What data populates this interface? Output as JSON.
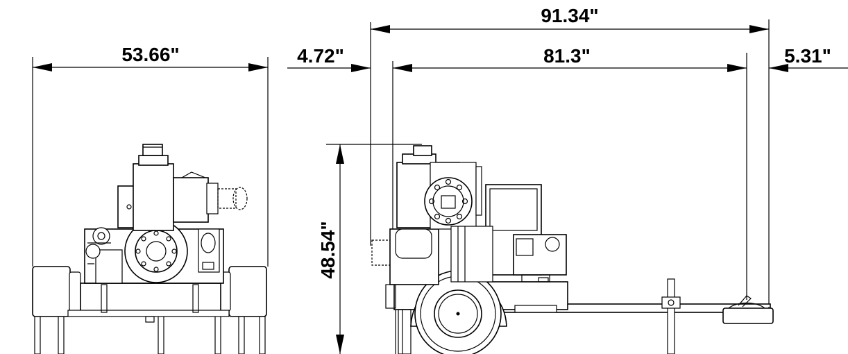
{
  "dimensions": {
    "front_width": "53.66\"",
    "side_overall_length": "91.34\"",
    "side_front_offset": "4.72\"",
    "side_main_length": "81.3\"",
    "side_rear_offset": "5.31\"",
    "side_height": "48.54\""
  }
}
